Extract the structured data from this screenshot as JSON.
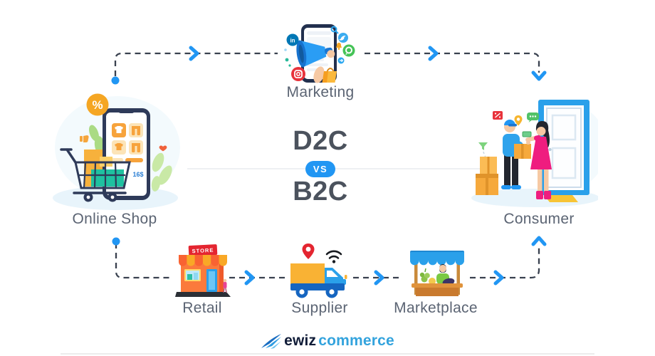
{
  "center": {
    "d2c": "D2C",
    "vs": "VS",
    "b2c": "B2C"
  },
  "nodes": {
    "marketing": {
      "label": "Marketing"
    },
    "online_shop": {
      "label": "Online Shop",
      "price_tag": "16$",
      "badge": "%"
    },
    "consumer": {
      "label": "Consumer"
    },
    "retail": {
      "label": "Retail",
      "sign": "STORE"
    },
    "supplier": {
      "label": "Supplier"
    },
    "marketplace": {
      "label": "Marketplace"
    }
  },
  "social": {
    "linkedin": "in"
  },
  "logo": {
    "brand": "ewiz",
    "suffix": "commerce"
  },
  "colors": {
    "accent_blue": "#2196f3",
    "dash_line": "#39414f",
    "heading_text": "#4b525d",
    "label_text": "#5b6473",
    "divider": "#e9ebef",
    "orange": "#f9b234",
    "pink": "#ef1d7f",
    "green": "#7ac943",
    "red": "#e42530"
  },
  "icons": {
    "marketing": [
      "smartphone-icon",
      "megaphone-icon",
      "linkedin-icon",
      "twitter-icon",
      "instagram-icon",
      "whatsapp-icon",
      "search-icon",
      "bell-icon",
      "shopping-bag-icon"
    ],
    "online_shop": [
      "smartphone-icon",
      "shopping-cart-icon",
      "percent-badge-icon",
      "thumbs-up-icon",
      "heart-icon",
      "leaf-icon"
    ],
    "consumer": [
      "delivery-person-icon",
      "customer-icon",
      "door-icon",
      "package-icon",
      "location-pin-icon",
      "chat-bubble-icon",
      "price-tag-icon",
      "doormat-icon",
      "funnel-icon"
    ],
    "retail": [
      "storefront-icon",
      "awning-icon",
      "shopper-icon"
    ],
    "supplier": [
      "delivery-truck-icon",
      "location-pin-icon",
      "wifi-icon"
    ],
    "marketplace": [
      "market-stall-icon",
      "vendor-icon",
      "produce-icon"
    ]
  }
}
